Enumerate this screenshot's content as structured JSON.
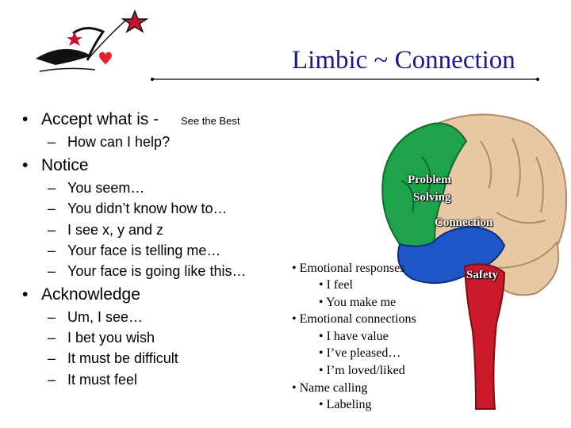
{
  "title": "Limbic ~ Connection",
  "colors": {
    "title": "#1a1a7e",
    "star": "#c8102e",
    "heart": "#e0242c",
    "frontal": "#1fa34a",
    "cortex": "#e8c7a5",
    "limbic": "#1e56c8",
    "stem": "#c9192a"
  },
  "list": {
    "accept": {
      "bullet": "•",
      "text": "Accept what is -",
      "suffix": "See the Best"
    },
    "accept_sub": {
      "dash": "–",
      "text": "How can I help?"
    },
    "notice": {
      "bullet": "•",
      "text": "Notice"
    },
    "notice_items": [
      {
        "dash": "–",
        "text": "You seem…"
      },
      {
        "dash": "–",
        "text": "You didn’t know how to…"
      },
      {
        "dash": "–",
        "text": "I see x, y and z"
      },
      {
        "dash": "–",
        "text": "Your face is telling me…"
      },
      {
        "dash": "–",
        "text": "Your face is going like this…"
      }
    ],
    "acknowledge": {
      "bullet": "•",
      "text": "Acknowledge"
    },
    "acknowledge_items": [
      {
        "dash": "–",
        "text": "Um, I see…"
      },
      {
        "dash": "–",
        "text": "I bet you wish"
      },
      {
        "dash": "–",
        "text": "It must be difficult"
      },
      {
        "dash": "–",
        "text": "It must feel"
      }
    ]
  },
  "brain_labels": {
    "problem": "Problem",
    "solving": "Solving",
    "connection": "Connection",
    "safety": "Safety"
  },
  "emotional": [
    "• Emotional responses",
    "• I feel",
    "• You make me",
    "• Emotional connections",
    "• I have value",
    "• I’ve pleased…",
    "• I’m loved/liked",
    "• Name calling",
    "• Labeling"
  ]
}
